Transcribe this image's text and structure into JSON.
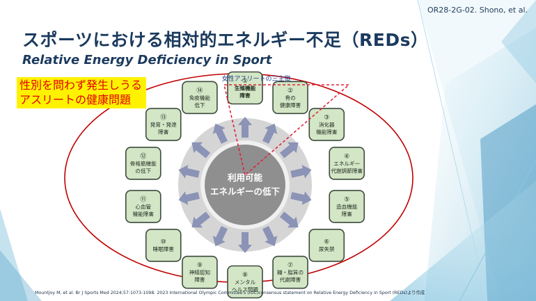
{
  "ref_code": "OR28-2G-02. Shono, et al.",
  "title_jp": "スポーツにおける相対的エネルギー不足（REDs）",
  "title_en": "Relative Energy Deficiency in Sport",
  "callout": "性別を問わず発生しうる\nアスリートの健康問題",
  "triad_label": "女性アスリートの三主徴",
  "center": {
    "line1": "利用可能",
    "line2": "エネルギーの低下"
  },
  "items": [
    {
      "num": "①",
      "lines": [
        "生殖機能",
        "障害"
      ]
    },
    {
      "num": "②",
      "lines": [
        "骨の",
        "健康障害"
      ]
    },
    {
      "num": "③",
      "lines": [
        "消化器",
        "機能障害"
      ]
    },
    {
      "num": "④",
      "lines": [
        "エネルギー",
        "代謝調節障害"
      ]
    },
    {
      "num": "⑤",
      "lines": [
        "造血機能",
        "障害"
      ]
    },
    {
      "num": "⑥",
      "lines": [
        "尿失禁"
      ]
    },
    {
      "num": "⑦",
      "lines": [
        "糖・脂質の",
        "代謝障害"
      ]
    },
    {
      "num": "⑧",
      "lines": [
        "メンタル",
        "ヘルス問題"
      ]
    },
    {
      "num": "⑨",
      "lines": [
        "神経認知",
        "障害"
      ]
    },
    {
      "num": "⑩",
      "lines": [
        "睡眠障害"
      ]
    },
    {
      "num": "⑪",
      "lines": [
        "心血管",
        "機能障害"
      ]
    },
    {
      "num": "⑫",
      "lines": [
        "骨格筋機能",
        "の低下"
      ]
    },
    {
      "num": "⑬",
      "lines": [
        "発育・発達",
        "障害"
      ]
    },
    {
      "num": "⑭",
      "lines": [
        "免疫機能",
        "低下"
      ]
    }
  ],
  "citation": "Mountjoy M, et al. Br J Sports Med 2024;57:1073-1098. 2023 International Olympic Committee's (IOC)consensus statement on Relative Energy Deficiency in Sport (REDs)より作成",
  "colors": {
    "title": "#1b3a5e",
    "ellipse": "#c00000",
    "triad": "#e0203a",
    "box_fill": "#d3e6c6",
    "box_border": "#3d4a3d",
    "arrow": "#8b93b6",
    "center_fill": "#8f8f8f",
    "ring_fill": "#d5d5d5",
    "callout_bg": "#fff200",
    "callout_text": "#e00000"
  }
}
